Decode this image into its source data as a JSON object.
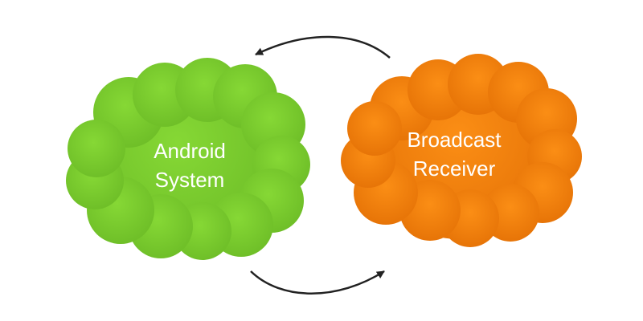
{
  "nodes": {
    "android_system": {
      "line1": "Android",
      "line2": "System",
      "fill": "#7dcf2f",
      "fill_dark": "#6cbd25"
    },
    "broadcast_receiver": {
      "line1": "Broadcast",
      "line2": "Receiver",
      "fill": "#f7870f",
      "fill_dark": "#e57405"
    }
  },
  "edges": [
    {
      "from": "broadcast_receiver",
      "to": "android_system",
      "color": "#222222"
    },
    {
      "from": "android_system",
      "to": "broadcast_receiver",
      "color": "#222222"
    }
  ]
}
